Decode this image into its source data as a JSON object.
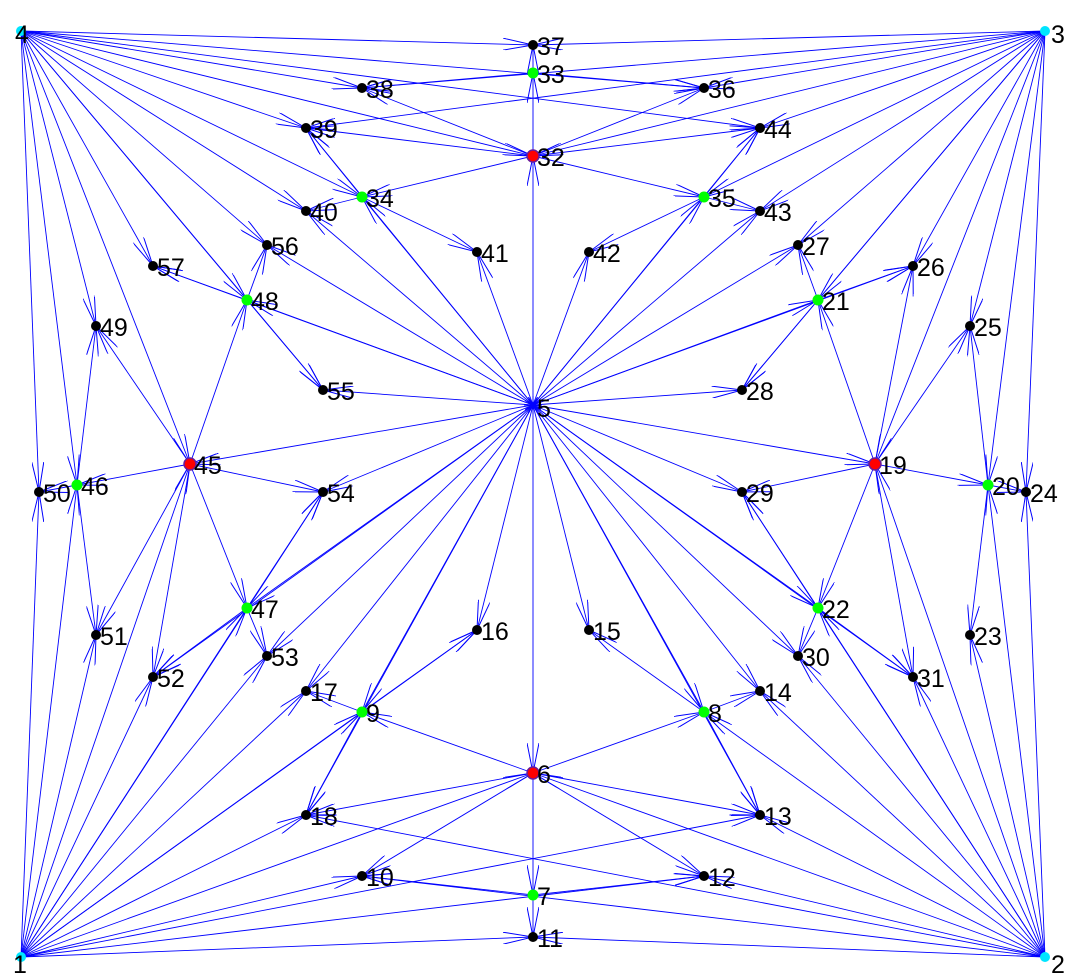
{
  "colors": {
    "edge": "#0000ff",
    "corner": "#00e5ff",
    "hub": "#ff0000",
    "sub_hub": "#00ff00",
    "leaf": "#000000",
    "background": "#ffffff"
  },
  "graph": {
    "nodes": [
      {
        "id": "1",
        "role": "corner"
      },
      {
        "id": "2",
        "role": "corner"
      },
      {
        "id": "3",
        "role": "corner"
      },
      {
        "id": "4",
        "role": "corner"
      },
      {
        "id": "5",
        "role": "center"
      },
      {
        "id": "6",
        "role": "hub"
      },
      {
        "id": "7",
        "role": "sub_hub"
      },
      {
        "id": "8",
        "role": "sub_hub"
      },
      {
        "id": "9",
        "role": "sub_hub"
      },
      {
        "id": "10",
        "role": "leaf"
      },
      {
        "id": "11",
        "role": "leaf"
      },
      {
        "id": "12",
        "role": "leaf"
      },
      {
        "id": "13",
        "role": "leaf"
      },
      {
        "id": "14",
        "role": "leaf"
      },
      {
        "id": "15",
        "role": "leaf"
      },
      {
        "id": "16",
        "role": "leaf"
      },
      {
        "id": "17",
        "role": "leaf"
      },
      {
        "id": "18",
        "role": "leaf"
      },
      {
        "id": "19",
        "role": "hub"
      },
      {
        "id": "20",
        "role": "sub_hub"
      },
      {
        "id": "21",
        "role": "sub_hub"
      },
      {
        "id": "22",
        "role": "sub_hub"
      },
      {
        "id": "23",
        "role": "leaf"
      },
      {
        "id": "24",
        "role": "leaf"
      },
      {
        "id": "25",
        "role": "leaf"
      },
      {
        "id": "26",
        "role": "leaf"
      },
      {
        "id": "27",
        "role": "leaf"
      },
      {
        "id": "28",
        "role": "leaf"
      },
      {
        "id": "29",
        "role": "leaf"
      },
      {
        "id": "30",
        "role": "leaf"
      },
      {
        "id": "31",
        "role": "leaf"
      },
      {
        "id": "32",
        "role": "hub"
      },
      {
        "id": "33",
        "role": "sub_hub"
      },
      {
        "id": "34",
        "role": "sub_hub"
      },
      {
        "id": "35",
        "role": "sub_hub"
      },
      {
        "id": "36",
        "role": "leaf"
      },
      {
        "id": "37",
        "role": "leaf"
      },
      {
        "id": "38",
        "role": "leaf"
      },
      {
        "id": "39",
        "role": "leaf"
      },
      {
        "id": "40",
        "role": "leaf"
      },
      {
        "id": "41",
        "role": "leaf"
      },
      {
        "id": "42",
        "role": "leaf"
      },
      {
        "id": "43",
        "role": "leaf"
      },
      {
        "id": "44",
        "role": "leaf"
      },
      {
        "id": "45",
        "role": "hub"
      },
      {
        "id": "46",
        "role": "sub_hub"
      },
      {
        "id": "47",
        "role": "sub_hub"
      },
      {
        "id": "48",
        "role": "sub_hub"
      },
      {
        "id": "49",
        "role": "leaf"
      },
      {
        "id": "50",
        "role": "leaf"
      },
      {
        "id": "51",
        "role": "leaf"
      },
      {
        "id": "52",
        "role": "leaf"
      },
      {
        "id": "53",
        "role": "leaf"
      },
      {
        "id": "54",
        "role": "leaf"
      },
      {
        "id": "55",
        "role": "leaf"
      },
      {
        "id": "56",
        "role": "leaf"
      },
      {
        "id": "57",
        "role": "leaf"
      }
    ],
    "edges": [
      [
        "5",
        "6"
      ],
      [
        "5",
        "8"
      ],
      [
        "5",
        "9"
      ],
      [
        "5",
        "13"
      ],
      [
        "5",
        "14"
      ],
      [
        "5",
        "15"
      ],
      [
        "5",
        "16"
      ],
      [
        "5",
        "17"
      ],
      [
        "5",
        "18"
      ],
      [
        "5",
        "19"
      ],
      [
        "5",
        "21"
      ],
      [
        "5",
        "22"
      ],
      [
        "5",
        "26"
      ],
      [
        "5",
        "27"
      ],
      [
        "5",
        "28"
      ],
      [
        "5",
        "29"
      ],
      [
        "5",
        "30"
      ],
      [
        "5",
        "31"
      ],
      [
        "5",
        "32"
      ],
      [
        "5",
        "34"
      ],
      [
        "5",
        "35"
      ],
      [
        "5",
        "39"
      ],
      [
        "5",
        "40"
      ],
      [
        "5",
        "41"
      ],
      [
        "5",
        "42"
      ],
      [
        "5",
        "43"
      ],
      [
        "5",
        "44"
      ],
      [
        "5",
        "45"
      ],
      [
        "5",
        "47"
      ],
      [
        "5",
        "48"
      ],
      [
        "5",
        "52"
      ],
      [
        "5",
        "53"
      ],
      [
        "5",
        "54"
      ],
      [
        "5",
        "55"
      ],
      [
        "5",
        "56"
      ],
      [
        "5",
        "57"
      ],
      [
        "6",
        "7"
      ],
      [
        "6",
        "8"
      ],
      [
        "6",
        "9"
      ],
      [
        "6",
        "10"
      ],
      [
        "6",
        "12"
      ],
      [
        "6",
        "13"
      ],
      [
        "6",
        "18"
      ],
      [
        "7",
        "10"
      ],
      [
        "7",
        "11"
      ],
      [
        "7",
        "12"
      ],
      [
        "8",
        "13"
      ],
      [
        "8",
        "14"
      ],
      [
        "8",
        "15"
      ],
      [
        "9",
        "16"
      ],
      [
        "9",
        "17"
      ],
      [
        "9",
        "18"
      ],
      [
        "19",
        "20"
      ],
      [
        "19",
        "21"
      ],
      [
        "19",
        "22"
      ],
      [
        "19",
        "25"
      ],
      [
        "19",
        "26"
      ],
      [
        "19",
        "29"
      ],
      [
        "19",
        "31"
      ],
      [
        "20",
        "23"
      ],
      [
        "20",
        "24"
      ],
      [
        "20",
        "25"
      ],
      [
        "21",
        "26"
      ],
      [
        "21",
        "27"
      ],
      [
        "21",
        "28"
      ],
      [
        "22",
        "29"
      ],
      [
        "22",
        "30"
      ],
      [
        "22",
        "31"
      ],
      [
        "32",
        "33"
      ],
      [
        "32",
        "34"
      ],
      [
        "32",
        "35"
      ],
      [
        "32",
        "36"
      ],
      [
        "32",
        "38"
      ],
      [
        "32",
        "39"
      ],
      [
        "32",
        "44"
      ],
      [
        "33",
        "36"
      ],
      [
        "33",
        "37"
      ],
      [
        "33",
        "38"
      ],
      [
        "34",
        "39"
      ],
      [
        "34",
        "40"
      ],
      [
        "34",
        "41"
      ],
      [
        "35",
        "42"
      ],
      [
        "35",
        "43"
      ],
      [
        "35",
        "44"
      ],
      [
        "45",
        "46"
      ],
      [
        "45",
        "47"
      ],
      [
        "45",
        "48"
      ],
      [
        "45",
        "49"
      ],
      [
        "45",
        "51"
      ],
      [
        "45",
        "52"
      ],
      [
        "45",
        "54"
      ],
      [
        "46",
        "49"
      ],
      [
        "46",
        "50"
      ],
      [
        "46",
        "51"
      ],
      [
        "47",
        "52"
      ],
      [
        "47",
        "53"
      ],
      [
        "47",
        "54"
      ],
      [
        "48",
        "55"
      ],
      [
        "48",
        "56"
      ],
      [
        "48",
        "57"
      ],
      [
        "1",
        "11"
      ],
      [
        "1",
        "10"
      ],
      [
        "1",
        "12"
      ],
      [
        "1",
        "18"
      ],
      [
        "1",
        "17"
      ],
      [
        "1",
        "13"
      ],
      [
        "1",
        "16"
      ],
      [
        "1",
        "52"
      ],
      [
        "1",
        "53"
      ],
      [
        "1",
        "51"
      ],
      [
        "1",
        "54"
      ],
      [
        "1",
        "47"
      ],
      [
        "1",
        "9"
      ],
      [
        "1",
        "50"
      ],
      [
        "1",
        "46"
      ],
      [
        "1",
        "45"
      ],
      [
        "1",
        "6"
      ],
      [
        "2",
        "11"
      ],
      [
        "2",
        "12"
      ],
      [
        "2",
        "10"
      ],
      [
        "2",
        "13"
      ],
      [
        "2",
        "14"
      ],
      [
        "2",
        "18"
      ],
      [
        "2",
        "31"
      ],
      [
        "2",
        "30"
      ],
      [
        "2",
        "23"
      ],
      [
        "2",
        "29"
      ],
      [
        "2",
        "22"
      ],
      [
        "2",
        "8"
      ],
      [
        "2",
        "24"
      ],
      [
        "2",
        "20"
      ],
      [
        "2",
        "19"
      ],
      [
        "2",
        "6"
      ],
      [
        "3",
        "37"
      ],
      [
        "3",
        "36"
      ],
      [
        "3",
        "38"
      ],
      [
        "3",
        "44"
      ],
      [
        "3",
        "43"
      ],
      [
        "3",
        "39"
      ],
      [
        "3",
        "27"
      ],
      [
        "3",
        "26"
      ],
      [
        "3",
        "25"
      ],
      [
        "3",
        "28"
      ],
      [
        "3",
        "21"
      ],
      [
        "3",
        "35"
      ],
      [
        "3",
        "24"
      ],
      [
        "3",
        "20"
      ],
      [
        "3",
        "19"
      ],
      [
        "3",
        "32"
      ],
      [
        "4",
        "37"
      ],
      [
        "4",
        "38"
      ],
      [
        "4",
        "36"
      ],
      [
        "4",
        "39"
      ],
      [
        "4",
        "40"
      ],
      [
        "4",
        "44"
      ],
      [
        "4",
        "57"
      ],
      [
        "4",
        "56"
      ],
      [
        "4",
        "49"
      ],
      [
        "4",
        "55"
      ],
      [
        "4",
        "48"
      ],
      [
        "4",
        "34"
      ],
      [
        "4",
        "50"
      ],
      [
        "4",
        "46"
      ],
      [
        "4",
        "45"
      ],
      [
        "4",
        "32"
      ]
    ]
  }
}
